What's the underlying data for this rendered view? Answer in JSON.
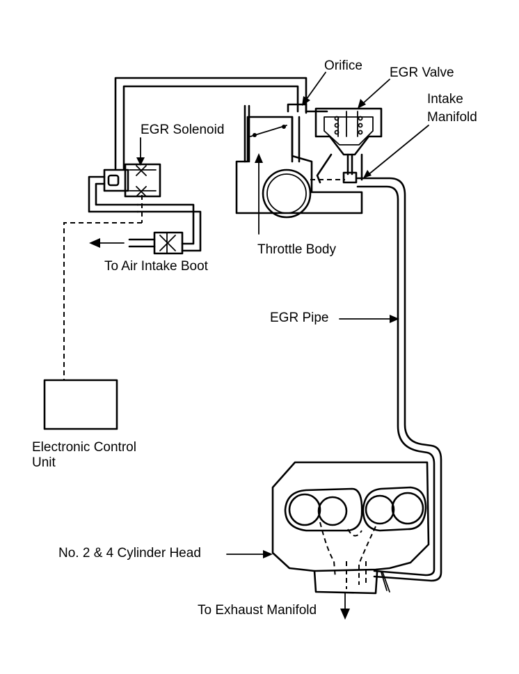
{
  "labels": {
    "orifice": "Orifice",
    "egr_valve": "EGR Valve",
    "intake_manifold_line1": "Intake",
    "intake_manifold_line2": "Manifold",
    "egr_solenoid": "EGR Solenoid",
    "throttle_body": "Throttle Body",
    "to_air_intake_boot": "To Air Intake Boot",
    "egr_pipe": "EGR Pipe",
    "ecu_line1": "Electronic Control",
    "ecu_line2": "Unit",
    "cylinder_head": "No. 2 & 4 Cylinder Head",
    "to_exhaust_manifold": "To Exhaust Manifold"
  },
  "style": {
    "line_color": "#000000",
    "background": "#ffffff"
  }
}
